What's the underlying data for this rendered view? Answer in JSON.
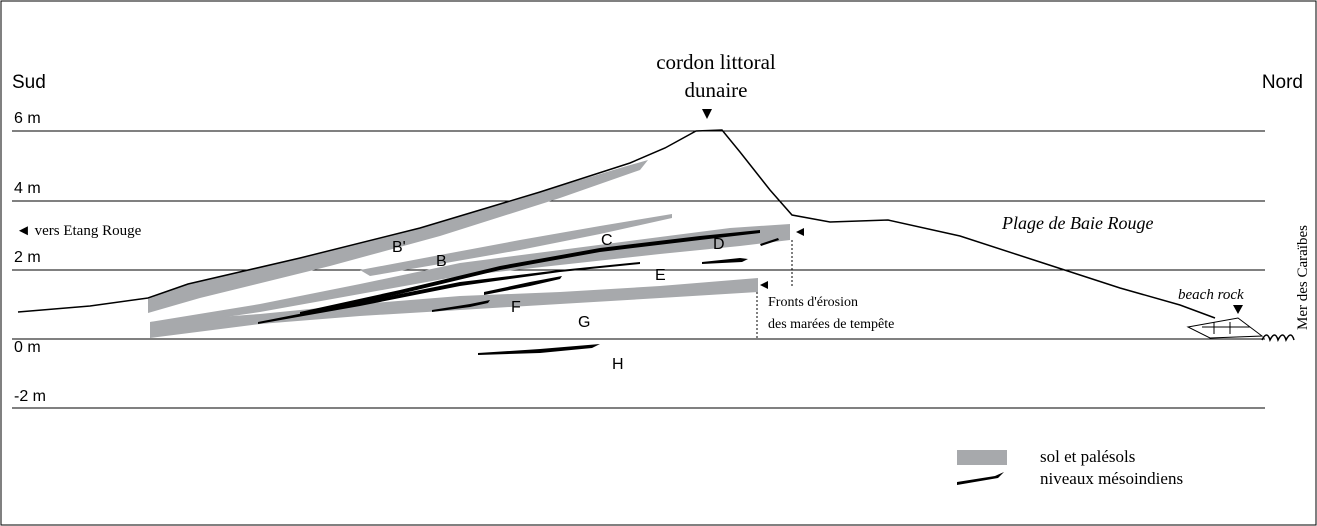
{
  "orientation": {
    "left": "Sud",
    "right": "Nord"
  },
  "elevation_ticks": [
    {
      "label": "6 m",
      "value": 6
    },
    {
      "label": "4 m",
      "value": 4
    },
    {
      "label": "2 m",
      "value": 2
    },
    {
      "label": "0 m",
      "value": 0
    },
    {
      "label": "-2 m",
      "value": -2
    }
  ],
  "title": {
    "line1": "cordon littoral",
    "line2": "dunaire"
  },
  "annotations": {
    "vers_etang": "◄ vers Etang Rouge",
    "plage": "Plage de Baie Rouge",
    "beach_rock": "beach rock",
    "mer": "Mer des Caraïbes",
    "fronts_line1": "Fronts d'érosion",
    "fronts_line2": "des marées de tempête"
  },
  "layer_labels": [
    "B'",
    "B",
    "C",
    "D",
    "E",
    "F",
    "G",
    "H"
  ],
  "legend": {
    "soil": "sol et palésols",
    "meso": "niveaux mésoindiens"
  },
  "colors": {
    "soil_gray": "#a7a9ac",
    "lines": "#000000",
    "background": "#ffffff"
  }
}
